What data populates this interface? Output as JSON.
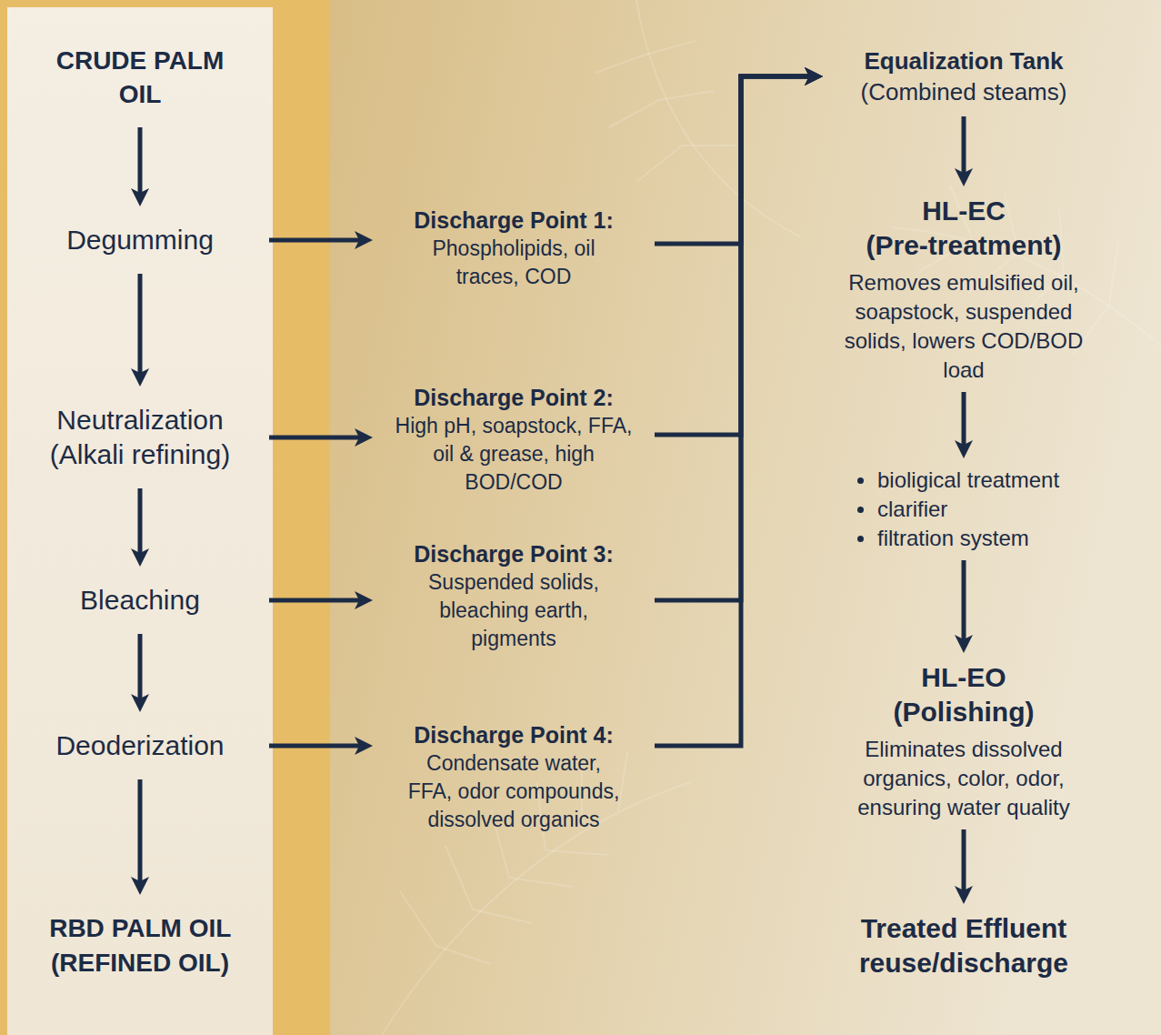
{
  "diagram": {
    "nodes": [
      {
        "text": [
          "CRUDE PALM OIL"
        ]
      },
      {
        "text": [
          "Degumming"
        ]
      },
      {
        "text": [
          "Neutralization (Alkali refining)"
        ]
      },
      {
        "text": [
          "Bleaching"
        ]
      },
      {
        "text": [
          "Deoderization"
        ]
      },
      {
        "text": [
          "RBD PALM OIL (REFINED OIL)"
        ]
      },
      {
        "text": [
          "Discharge Point 1:",
          "Phospholipids, oil traces, COD"
        ]
      },
      {
        "text": [
          "Discharge Point 2:",
          "High pH, soapstock, FFA, oil & grease, high BOD/COD"
        ]
      },
      {
        "text": [
          "Discharge Point 3:",
          "Suspended solids, bleaching earth, pigments"
        ]
      },
      {
        "text": [
          "Discharge Point 4:",
          "Condensate water, FFA, odor compounds, dissolved organics"
        ]
      },
      {
        "text": [
          "Equalization Tank",
          "(Combined steams)"
        ]
      },
      {
        "text": [
          "HL-EC (Pre-treatment)",
          "Removes emulsified oil, soapstock, suspended solids, lowers COD/BOD load"
        ]
      },
      {
        "text": [
          "bioligical treatment",
          "clarifier",
          "filtration system"
        ]
      },
      {
        "text": [
          "HL-EO (Polishing)",
          "Eliminates dissolved organics, color, odor, ensuring water quality"
        ]
      },
      {
        "text": [
          "Treated Effluent reuse/discharge"
        ]
      }
    ],
    "edges": [
      {
        "from": 0,
        "to": 1,
        "arrow": "to"
      },
      {
        "from": 1,
        "to": 2,
        "arrow": "to"
      },
      {
        "from": 2,
        "to": 3,
        "arrow": "to"
      },
      {
        "from": 3,
        "to": 4,
        "arrow": "to"
      },
      {
        "from": 4,
        "to": 5,
        "arrow": "to"
      },
      {
        "from": 1,
        "to": 6,
        "arrow": "to"
      },
      {
        "from": 2,
        "to": 7,
        "arrow": "to"
      },
      {
        "from": 3,
        "to": 8,
        "arrow": "to"
      },
      {
        "from": 4,
        "to": 9,
        "arrow": "to"
      },
      {
        "from": 6,
        "to": 10,
        "arrow": "to"
      },
      {
        "from": 7,
        "to": 10,
        "arrow": "to"
      },
      {
        "from": 8,
        "to": 10,
        "arrow": "to"
      },
      {
        "from": 9,
        "to": 10,
        "arrow": "to"
      },
      {
        "from": 10,
        "to": 11,
        "arrow": "to"
      },
      {
        "from": 11,
        "to": 12,
        "arrow": "to"
      },
      {
        "from": 12,
        "to": 13,
        "arrow": "to"
      },
      {
        "from": 13,
        "to": 14,
        "arrow": "to"
      }
    ]
  }
}
